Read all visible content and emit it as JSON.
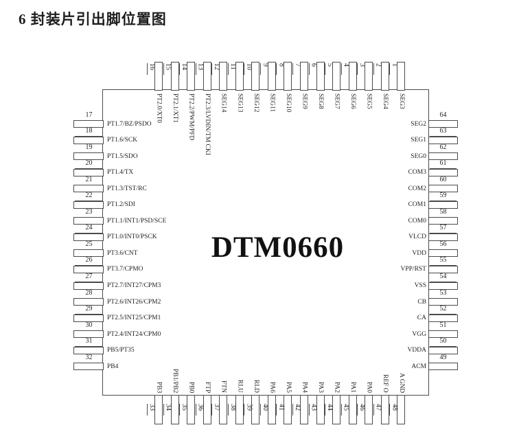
{
  "title": "6 封装片引出脚位置图",
  "chip": {
    "name": "DTM0660"
  },
  "colors": {
    "line": "#4a4a4a",
    "text": "#1e1e1e",
    "background": "#ffffff"
  },
  "pins": {
    "top": [
      {
        "num": "16",
        "label": "PT2.0/XT0"
      },
      {
        "num": "15",
        "label": "PT2.1/XT1"
      },
      {
        "num": "14",
        "label": "PT2.2/PWM/PFD"
      },
      {
        "num": "13",
        "label": "PT2.3/LVDIN/TM CKI"
      },
      {
        "num": "12",
        "label": "SEG14"
      },
      {
        "num": "11",
        "label": "SEG13"
      },
      {
        "num": "10",
        "label": "SEG12"
      },
      {
        "num": "9",
        "label": "SEG11"
      },
      {
        "num": "8",
        "label": "SEG10"
      },
      {
        "num": "7",
        "label": "SEG9"
      },
      {
        "num": "6",
        "label": "SEG8"
      },
      {
        "num": "5",
        "label": "SEG7"
      },
      {
        "num": "4",
        "label": "SEG6"
      },
      {
        "num": "3",
        "label": "SEG5"
      },
      {
        "num": "2",
        "label": "SEG4"
      },
      {
        "num": "1",
        "label": "SEG3"
      }
    ],
    "left": [
      {
        "num": "17",
        "label": "PT1.7/BZ/PSDO"
      },
      {
        "num": "18",
        "label": "PT1.6/SCK"
      },
      {
        "num": "19",
        "label": "PT1.5/SDO"
      },
      {
        "num": "20",
        "label": "PT1.4/TX"
      },
      {
        "num": "21",
        "label": "PT1.3/TST/RC"
      },
      {
        "num": "22",
        "label": "PT1.2/SDI"
      },
      {
        "num": "23",
        "label": "PT1.1/INT1/PSD/SCE"
      },
      {
        "num": "24",
        "label": "PT1.0/INT0/PSCK"
      },
      {
        "num": "25",
        "label": "PT3.6/CNT"
      },
      {
        "num": "26",
        "label": "PT3.7/CPMO"
      },
      {
        "num": "27",
        "label": "PT2.7/INT27/CPM3"
      },
      {
        "num": "28",
        "label": "PT2.6/INT26/CPM2"
      },
      {
        "num": "29",
        "label": "PT2.5/INT25/CPM1"
      },
      {
        "num": "30",
        "label": "PT2.4/INT24/CPM0"
      },
      {
        "num": "31",
        "label": "PB5/PT35"
      },
      {
        "num": "32",
        "label": "PB4"
      }
    ],
    "right": [
      {
        "num": "64",
        "label": "SEG2"
      },
      {
        "num": "63",
        "label": "SEG1"
      },
      {
        "num": "62",
        "label": "SEG0"
      },
      {
        "num": "61",
        "label": "COM3"
      },
      {
        "num": "60",
        "label": "COM2"
      },
      {
        "num": "59",
        "label": "COM1"
      },
      {
        "num": "58",
        "label": "COM0"
      },
      {
        "num": "57",
        "label": "VLCD"
      },
      {
        "num": "56",
        "label": "VDD"
      },
      {
        "num": "55",
        "label": "VPP/RST"
      },
      {
        "num": "54",
        "label": "VSS"
      },
      {
        "num": "53",
        "label": "CB"
      },
      {
        "num": "52",
        "label": "CA"
      },
      {
        "num": "51",
        "label": "VGG"
      },
      {
        "num": "50",
        "label": "VDDA"
      },
      {
        "num": "49",
        "label": "ACM"
      }
    ],
    "bottom": [
      {
        "num": "33",
        "label": "PB3"
      },
      {
        "num": "34",
        "label": "PB1/PB2"
      },
      {
        "num": "35",
        "label": "PB0"
      },
      {
        "num": "36",
        "label": "FTP"
      },
      {
        "num": "37",
        "label": "FTN"
      },
      {
        "num": "38",
        "label": "RLU"
      },
      {
        "num": "39",
        "label": "RLD"
      },
      {
        "num": "40",
        "label": "PA6"
      },
      {
        "num": "41",
        "label": "PA5"
      },
      {
        "num": "42",
        "label": "PA4"
      },
      {
        "num": "43",
        "label": "PA3"
      },
      {
        "num": "44",
        "label": "PA2"
      },
      {
        "num": "45",
        "label": "PA1"
      },
      {
        "num": "46",
        "label": "PA0"
      },
      {
        "num": "47",
        "label": "REF O"
      },
      {
        "num": "48",
        "label": "A GND"
      }
    ]
  }
}
